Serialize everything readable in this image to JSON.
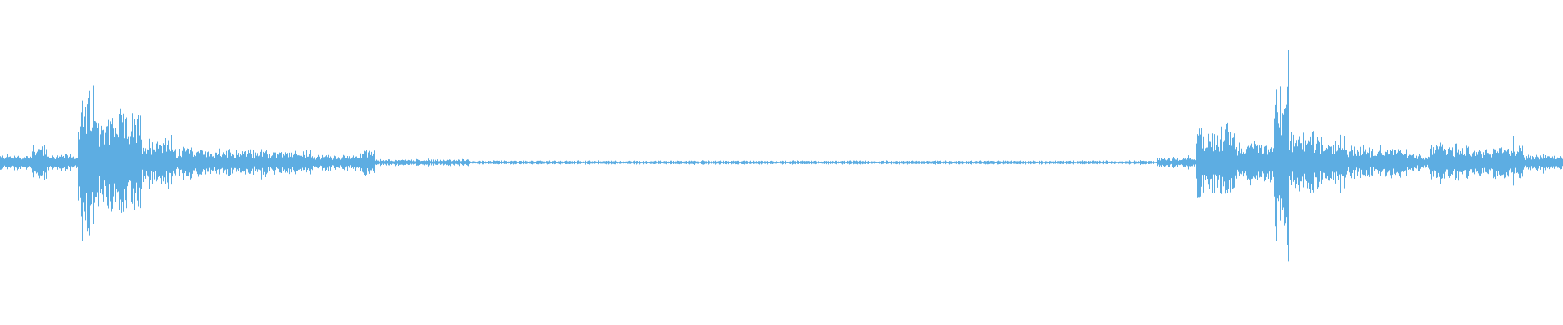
{
  "waveform": {
    "color": "#5dade2",
    "background": "#ffffff",
    "segments": [
      {
        "start": 0.0,
        "end": 0.02,
        "level": 0.05
      },
      {
        "start": 0.02,
        "end": 0.03,
        "level": 0.12
      },
      {
        "start": 0.03,
        "end": 0.05,
        "level": 0.05
      },
      {
        "start": 0.05,
        "end": 0.06,
        "level": 0.45
      },
      {
        "start": 0.06,
        "end": 0.09,
        "level": 0.3
      },
      {
        "start": 0.09,
        "end": 0.11,
        "level": 0.16
      },
      {
        "start": 0.11,
        "end": 0.13,
        "level": 0.1
      },
      {
        "start": 0.13,
        "end": 0.17,
        "level": 0.08
      },
      {
        "start": 0.17,
        "end": 0.2,
        "level": 0.07
      },
      {
        "start": 0.2,
        "end": 0.23,
        "level": 0.05
      },
      {
        "start": 0.23,
        "end": 0.24,
        "level": 0.09
      },
      {
        "start": 0.24,
        "end": 0.3,
        "level": 0.02
      },
      {
        "start": 0.3,
        "end": 0.74,
        "level": 0.012
      },
      {
        "start": 0.74,
        "end": 0.765,
        "level": 0.03
      },
      {
        "start": 0.765,
        "end": 0.79,
        "level": 0.22
      },
      {
        "start": 0.79,
        "end": 0.815,
        "level": 0.14
      },
      {
        "start": 0.815,
        "end": 0.825,
        "level": 0.55
      },
      {
        "start": 0.825,
        "end": 0.86,
        "level": 0.18
      },
      {
        "start": 0.86,
        "end": 0.9,
        "level": 0.1
      },
      {
        "start": 0.9,
        "end": 0.915,
        "level": 0.05
      },
      {
        "start": 0.915,
        "end": 0.94,
        "level": 0.12
      },
      {
        "start": 0.94,
        "end": 0.955,
        "level": 0.08
      },
      {
        "start": 0.955,
        "end": 0.975,
        "level": 0.11
      },
      {
        "start": 0.975,
        "end": 1.0,
        "level": 0.05
      }
    ]
  }
}
